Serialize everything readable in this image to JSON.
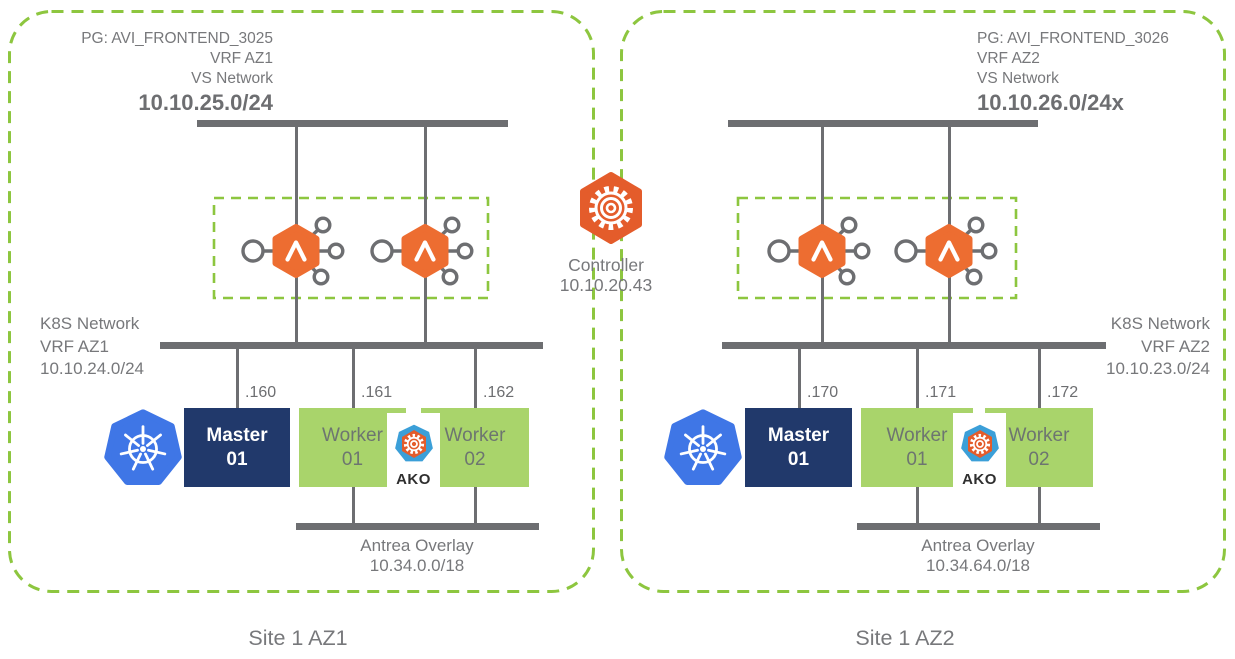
{
  "controller": {
    "label": "Controller",
    "ip": "10.10.20.43"
  },
  "sites": [
    {
      "site_label": "Site 1 AZ1",
      "frontend": {
        "pg": "PG: AVI_FRONTEND_3025",
        "vrf": "VRF AZ1",
        "network_label": "VS Network",
        "cidr": "10.10.25.0/24"
      },
      "k8s_network": {
        "label": "K8S Network",
        "vrf": "VRF AZ1",
        "cidr": "10.10.24.0/24"
      },
      "node_ips": [
        ".160",
        ".161",
        ".162"
      ],
      "master": {
        "line1": "Master",
        "line2": "01"
      },
      "workers": [
        {
          "line1": "Worker",
          "line2": "01"
        },
        {
          "line1": "Worker",
          "line2": "02"
        }
      ],
      "ako_label": "AKO",
      "antrea": {
        "label": "Antrea Overlay",
        "cidr": "10.34.0.0/18"
      }
    },
    {
      "site_label": "Site 1 AZ2",
      "frontend": {
        "pg": "PG: AVI_FRONTEND_3026",
        "vrf": "VRF AZ2",
        "network_label": "VS Network",
        "cidr": "10.10.26.0/24x"
      },
      "k8s_network": {
        "label": "K8S Network",
        "vrf": "VRF AZ2",
        "cidr": "10.10.23.0/24"
      },
      "node_ips": [
        ".170",
        ".171",
        ".172"
      ],
      "master": {
        "line1": "Master",
        "line2": "01"
      },
      "workers": [
        {
          "line1": "Worker",
          "line2": "01"
        },
        {
          "line1": "Worker",
          "line2": "02"
        }
      ],
      "ako_label": "AKO",
      "antrea": {
        "label": "Antrea Overlay",
        "cidr": "10.34.64.0/18"
      }
    }
  ],
  "icons": {
    "service_engine": "avi-service-engine-icon",
    "controller": "avi-controller-gear-icon",
    "kubernetes": "kubernetes-wheel-icon",
    "ako": "ako-gear-icon"
  },
  "colors": {
    "site_border_green": "#8DC63F",
    "line_gray": "#6D6E71",
    "text_gray": "#77787B",
    "avi_orange": "#ED6D31",
    "controller_orange": "#E45C2B",
    "master_navy": "#21396B",
    "worker_green": "#A9D46B",
    "kubernetes_blue": "#3F76E6",
    "ako_blue": "#3B9FD8"
  }
}
